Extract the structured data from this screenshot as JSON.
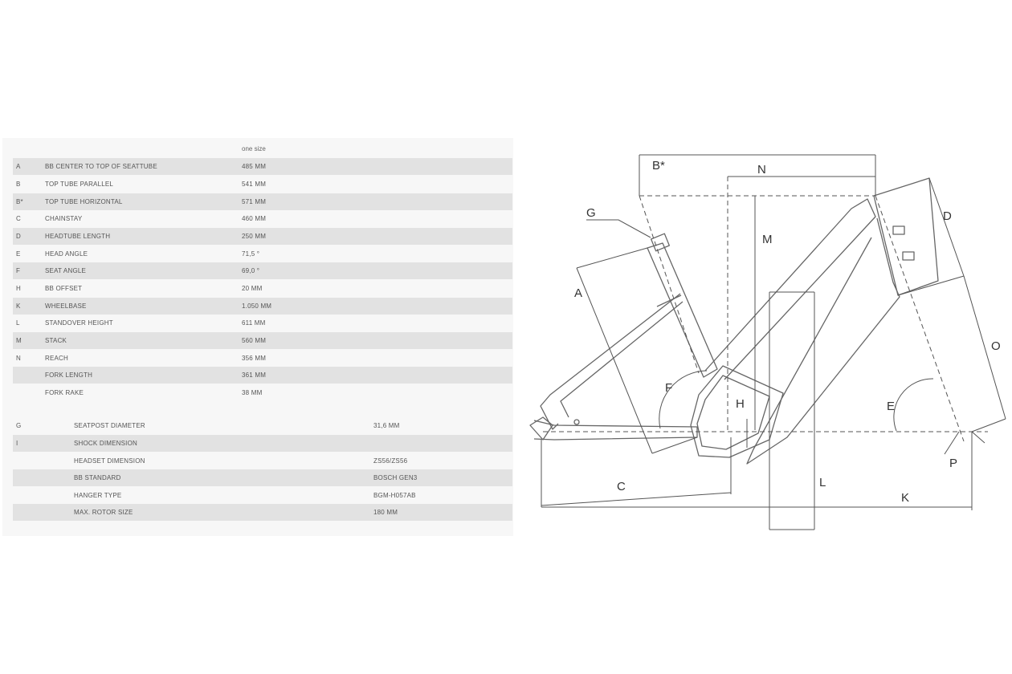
{
  "geometry_table": {
    "size_header": "one size",
    "rows": [
      {
        "code": "A",
        "label": "BB CENTER TO TOP OF SEATTUBE",
        "value": "485 MM"
      },
      {
        "code": "B",
        "label": "TOP TUBE PARALLEL",
        "value": "541 MM"
      },
      {
        "code": "B*",
        "label": "TOP TUBE HORIZONTAL",
        "value": "571 MM"
      },
      {
        "code": "C",
        "label": "CHAINSTAY",
        "value": "460 MM"
      },
      {
        "code": "D",
        "label": "HEADTUBE LENGTH",
        "value": "250 MM"
      },
      {
        "code": "E",
        "label": "HEAD ANGLE",
        "value": "71,5 °"
      },
      {
        "code": "F",
        "label": "SEAT ANGLE",
        "value": "69,0 °"
      },
      {
        "code": "H",
        "label": "BB OFFSET",
        "value": "20 MM"
      },
      {
        "code": "K",
        "label": "WHEELBASE",
        "value": "1.050 MM"
      },
      {
        "code": "L",
        "label": "STANDOVER HEIGHT",
        "value": "611 MM"
      },
      {
        "code": "M",
        "label": "STACK",
        "value": "560 MM"
      },
      {
        "code": "N",
        "label": "REACH",
        "value": "356 MM"
      },
      {
        "code": "",
        "label": "FORK LENGTH",
        "value": "361 MM"
      },
      {
        "code": "",
        "label": "FORK RAKE",
        "value": "38 MM"
      }
    ]
  },
  "component_table": {
    "rows": [
      {
        "code": "G",
        "label": "SEATPOST DIAMETER",
        "value": "31,6 MM"
      },
      {
        "code": "I",
        "label": "SHOCK DIMENSION",
        "value": ""
      },
      {
        "code": "",
        "label": "HEADSET DIMENSION",
        "value": "ZS56/ZS56"
      },
      {
        "code": "",
        "label": "BB STANDARD",
        "value": "BOSCH GEN3"
      },
      {
        "code": "",
        "label": "HANGER TYPE",
        "value": "BGM-H057AB"
      },
      {
        "code": "",
        "label": "MAX. ROTOR SIZE",
        "value": "180 MM"
      }
    ]
  },
  "diagram": {
    "labels": {
      "B_star": "B*",
      "N": "N",
      "G": "G",
      "M": "M",
      "D": "D",
      "A": "A",
      "O": "O",
      "F": "F",
      "H": "H",
      "E": "E",
      "C": "C",
      "L": "L",
      "P": "P",
      "K": "K"
    },
    "colors": {
      "frame": "#666666",
      "dims": "#555555"
    }
  }
}
